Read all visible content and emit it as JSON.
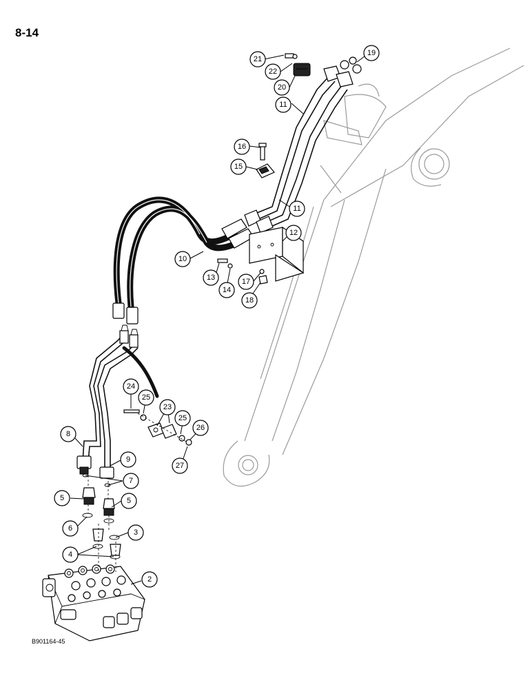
{
  "page": {
    "number": "8-14",
    "figure_code": "B901164-45"
  },
  "callouts": [
    {
      "n": "2"
    },
    {
      "n": "3"
    },
    {
      "n": "4"
    },
    {
      "n": "5"
    },
    {
      "n": "5"
    },
    {
      "n": "6"
    },
    {
      "n": "7"
    },
    {
      "n": "8"
    },
    {
      "n": "9"
    },
    {
      "n": "10"
    },
    {
      "n": "11"
    },
    {
      "n": "11"
    },
    {
      "n": "12"
    },
    {
      "n": "13"
    },
    {
      "n": "14"
    },
    {
      "n": "15"
    },
    {
      "n": "16"
    },
    {
      "n": "17"
    },
    {
      "n": "18"
    },
    {
      "n": "19"
    },
    {
      "n": "20"
    },
    {
      "n": "21"
    },
    {
      "n": "22"
    },
    {
      "n": "23"
    },
    {
      "n": "24"
    },
    {
      "n": "25"
    },
    {
      "n": "25"
    },
    {
      "n": "26"
    },
    {
      "n": "27"
    }
  ]
}
